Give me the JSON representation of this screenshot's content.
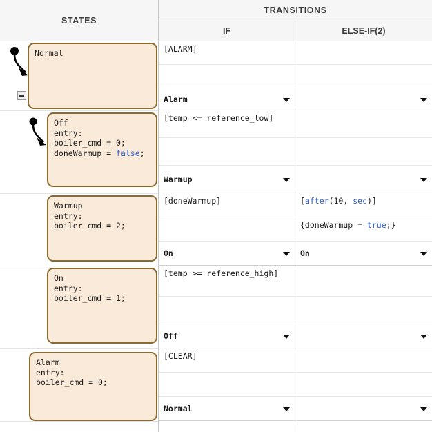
{
  "header": {
    "states_label": "STATES",
    "transitions_label": "TRANSITIONS",
    "if_label": "IF",
    "elseif_label": "ELSE-IF(2)"
  },
  "colors": {
    "state_fill": "#faeada",
    "state_border": "#8a6a2f",
    "keyword": "#2b5fd9",
    "header_bg": "#f6f6f6",
    "grid_line": "#e6e6e6"
  },
  "icons": {
    "collapse": "collapse-minus-icon",
    "default_transition": "default-transition-arrow-icon",
    "dropdown": "chevron-down-icon"
  },
  "states": [
    {
      "name": "Normal",
      "label": "Normal",
      "body": "",
      "indent": 0,
      "has_default_transition": true,
      "has_collapse_toggle": true
    },
    {
      "name": "Off",
      "label": "Off",
      "body": "entry:\nboiler_cmd = 0;\ndoneWarmup = ",
      "body_keyword": "false",
      "body_tail": ";",
      "indent": 1,
      "has_default_transition": true,
      "has_collapse_toggle": false
    },
    {
      "name": "Warmup",
      "label": "Warmup",
      "body": "entry:\nboiler_cmd = 2;",
      "indent": 1,
      "has_default_transition": false,
      "has_collapse_toggle": false
    },
    {
      "name": "On",
      "label": "On",
      "body": "entry:\nboiler_cmd = 1;",
      "indent": 1,
      "has_default_transition": false,
      "has_collapse_toggle": false
    },
    {
      "name": "Alarm",
      "label": "Alarm",
      "body": "entry:\nboiler_cmd = 0;",
      "indent": 0,
      "has_default_transition": false,
      "has_collapse_toggle": false
    }
  ],
  "rows": [
    {
      "state": "Normal",
      "if": {
        "condition": "[ALARM]",
        "action": "",
        "destination": "Alarm"
      },
      "elseif": {
        "condition": "",
        "action": "",
        "destination": ""
      }
    },
    {
      "state": "Off",
      "if": {
        "condition": "[temp <= reference_low]",
        "action": "",
        "destination": "Warmup"
      },
      "elseif": {
        "condition": "",
        "action": "",
        "destination": ""
      }
    },
    {
      "state": "Warmup",
      "if": {
        "condition": "[doneWarmup]",
        "action": "",
        "destination": "On"
      },
      "elseif": {
        "condition_pre": "[",
        "condition_kw1": "after",
        "condition_mid": "(10, ",
        "condition_kw2": "sec",
        "condition_post": ")]",
        "action_pre": "{doneWarmup = ",
        "action_kw": "true",
        "action_post": ";}",
        "destination": "On"
      }
    },
    {
      "state": "On",
      "if": {
        "condition": "[temp >= reference_high]",
        "action": "",
        "destination": "Off"
      },
      "elseif": {
        "condition": "",
        "action": "",
        "destination": ""
      }
    },
    {
      "state": "Alarm",
      "if": {
        "condition": "[CLEAR]",
        "action": "",
        "destination": "Normal"
      },
      "elseif": {
        "condition": "",
        "action": "",
        "destination": ""
      }
    }
  ]
}
